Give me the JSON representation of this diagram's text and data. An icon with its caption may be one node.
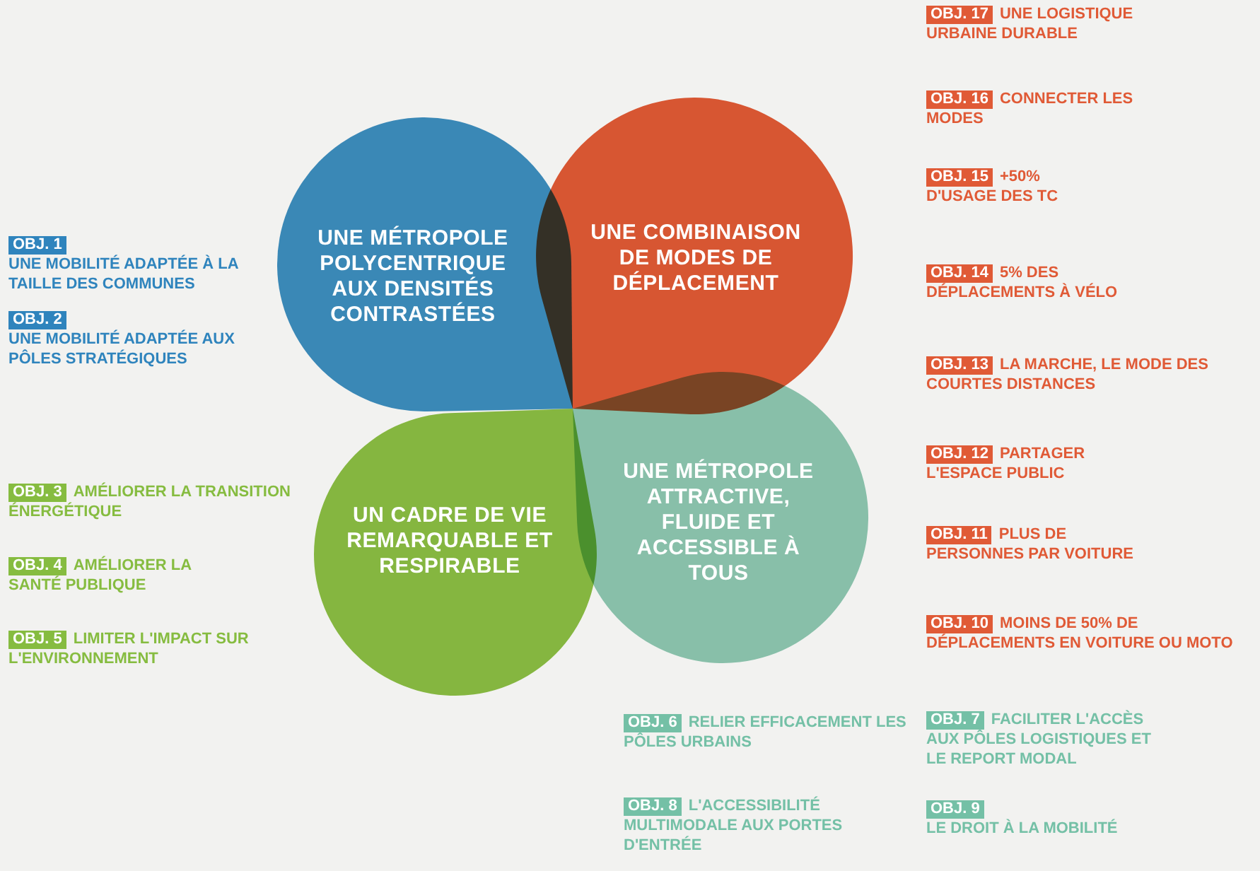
{
  "diagram": {
    "nodes": [
      {
        "text": [
          "UNE MÉTROPOLE POLYCENTRIQUE AUX DENSITÉS CONTRASTÉES"
        ]
      },
      {
        "text": [
          "UNE COMBINAISON DE MODES DE DÉPLACEMENT"
        ]
      },
      {
        "text": [
          "UN CADRE DE VIE REMARQUABLE ET RESPIRABLE"
        ]
      },
      {
        "text": [
          "UNE MÉTROPOLE ATTRACTIVE, FLUIDE ET ACCESSIBLE À TOUS"
        ]
      },
      {
        "text": [
          "OBJ. 1",
          "UNE MOBILITÉ ADAPTÉE À LA TAILLE DES COMMUNES"
        ]
      },
      {
        "text": [
          "OBJ. 2",
          "UNE MOBILITÉ ADAPTÉE AUX PÔLES STRATÉGIQUES"
        ]
      },
      {
        "text": [
          "OBJ. 3",
          "AMÉLIORER LA TRANSITION ÉNERGÉTIQUE"
        ]
      },
      {
        "text": [
          "OBJ. 4",
          "AMÉLIORER LA SANTÉ PUBLIQUE"
        ]
      },
      {
        "text": [
          "OBJ. 5",
          "LIMITER L'IMPACT SUR L'ENVIRONNEMENT"
        ]
      },
      {
        "text": [
          "OBJ. 17",
          "UNE LOGISTIQUE URBAINE DURABLE"
        ]
      },
      {
        "text": [
          "OBJ. 16",
          "CONNECTER LES MODES"
        ]
      },
      {
        "text": [
          "OBJ. 15",
          "+50% D'USAGE DES TC"
        ]
      },
      {
        "text": [
          "OBJ. 14",
          "5% DES DÉPLACEMENTS À VÉLO"
        ]
      },
      {
        "text": [
          "OBJ. 13",
          "LA MARCHE, LE MODE DES COURTES DISTANCES"
        ]
      },
      {
        "text": [
          "OBJ. 12",
          "PARTAGER L'ESPACE PUBLIC"
        ]
      },
      {
        "text": [
          "OBJ. 11",
          "PLUS DE PERSONNES PAR VOITURE"
        ]
      },
      {
        "text": [
          "OBJ. 10",
          "MOINS DE 50% DE DÉPLACEMENTS EN VOITURE OU MOTO"
        ]
      },
      {
        "text": [
          "OBJ. 6",
          "RELIER EFFICACEMENT LES PÔLES URBAINS"
        ]
      },
      {
        "text": [
          "OBJ. 7",
          "FACILITER L'ACCÈS AUX PÔLES LOGISTIQUES ET LE REPORT MODAL"
        ]
      },
      {
        "text": [
          "OBJ. 8",
          "L'ACCESSIBILITÉ MULTIMODALE AUX PORTES D'ENTRÉE"
        ]
      },
      {
        "text": [
          "OBJ. 9",
          "LE DROIT À LA MOBILITÉ"
        ]
      }
    ]
  }
}
